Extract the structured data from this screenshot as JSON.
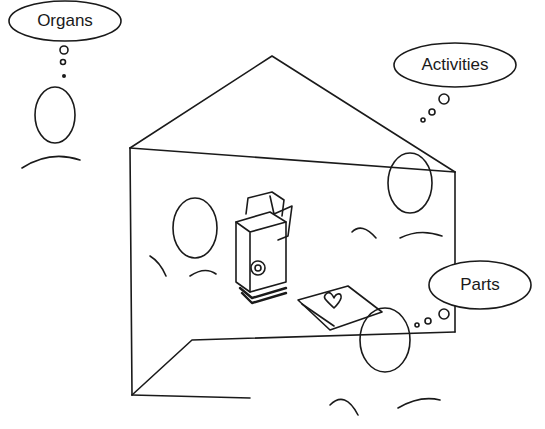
{
  "diagram": {
    "nodes": [
      {
        "text": [
          "Organs"
        ]
      },
      {
        "text": [
          "Activities"
        ]
      },
      {
        "text": [
          "Parts"
        ]
      }
    ]
  }
}
